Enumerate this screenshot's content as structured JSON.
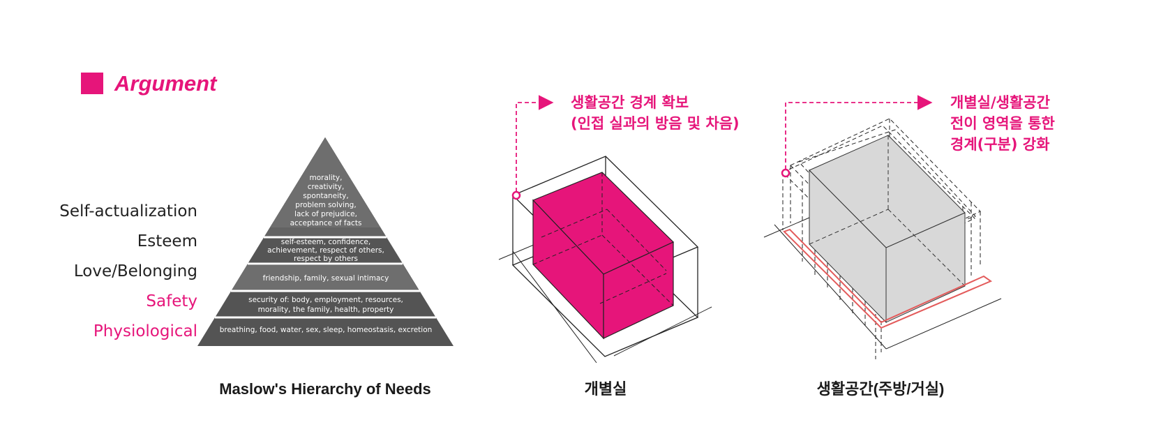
{
  "header": {
    "title": "Argument",
    "accent_color": "#e6157a"
  },
  "maslow": {
    "caption": "Maslow's Hierarchy of Needs",
    "levels": [
      {
        "label": "Self-actualization",
        "color": "#222222",
        "description_lines": [
          "morality,",
          "creativity,",
          "spontaneity,",
          "problem solving,",
          "lack of prejudice,",
          "acceptance of facts"
        ]
      },
      {
        "label": "Esteem",
        "color": "#222222",
        "description_lines": [
          "self-esteem, confidence,",
          "achievement, respect of others,",
          "respect by others"
        ]
      },
      {
        "label": "Love/Belonging",
        "color": "#222222",
        "description_lines": [
          "friendship, family, sexual intimacy"
        ]
      },
      {
        "label": "Safety",
        "color": "#e6157a",
        "description_lines": [
          "security of: body, employment, resources,",
          "morality, the family, health, property"
        ]
      },
      {
        "label": "Physiological",
        "color": "#e6157a",
        "description_lines": [
          "breathing, food, water, sex, sleep, homeostasis, excretion"
        ]
      }
    ]
  },
  "private_room": {
    "caption": "개별실",
    "callout_lines": [
      "생활공간 경계 확보",
      "(인접 실과의 방음 및 차음)"
    ],
    "fill_color": "#e6157a"
  },
  "living_space": {
    "caption": "생활공간(주방/거실)",
    "callout_lines": [
      "개별실/생활공간",
      "전이 영역을 통한",
      "경계(구분) 강화"
    ],
    "fill_color": "#d8d8d8"
  }
}
